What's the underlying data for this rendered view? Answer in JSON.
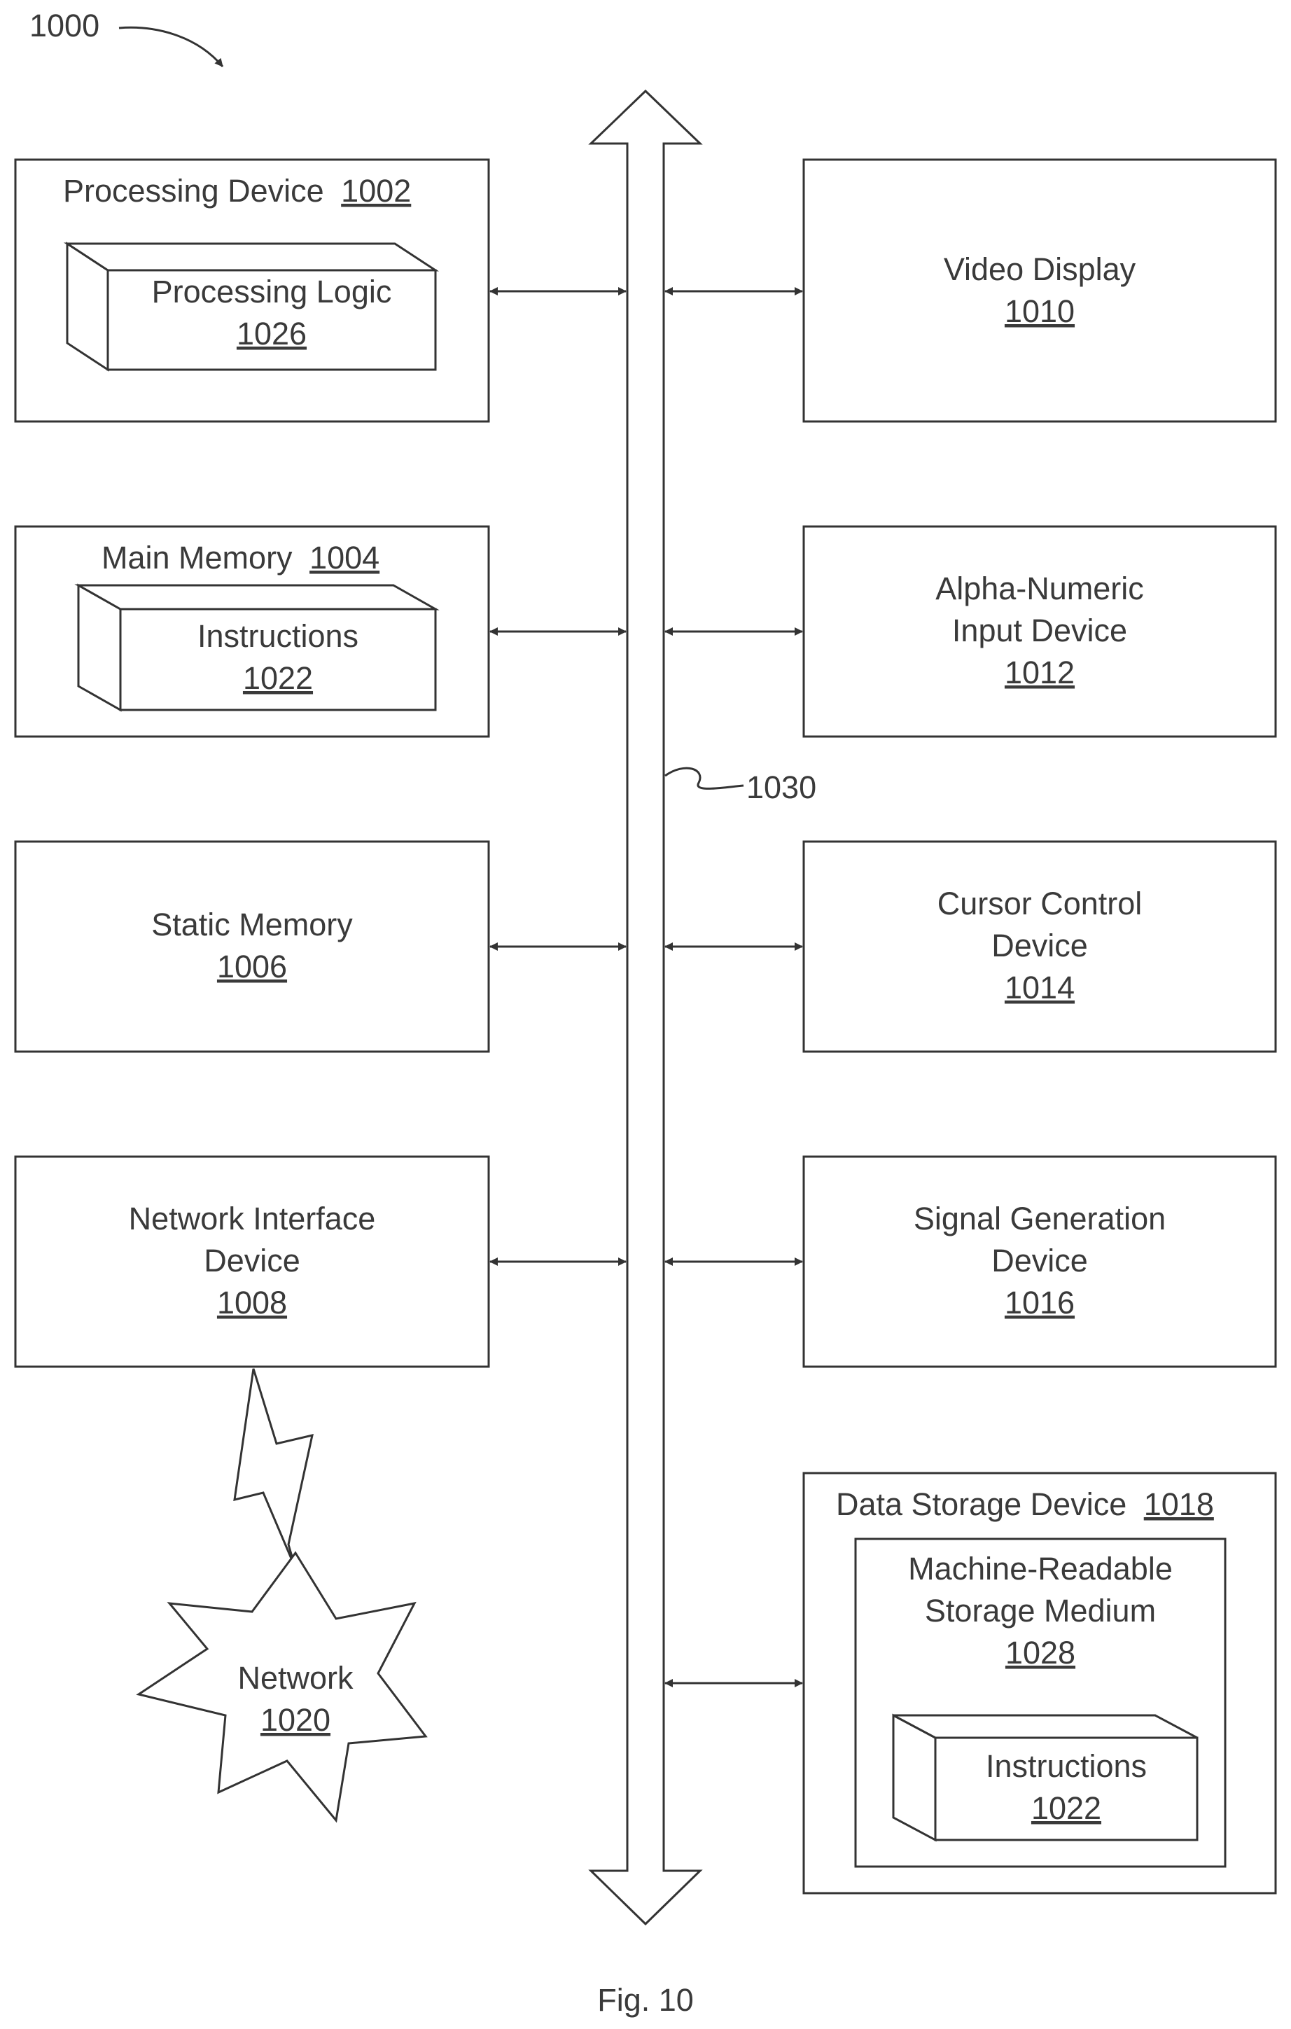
{
  "figure": {
    "ref_number": "1000",
    "caption": "Fig. 10",
    "bus_ref": "1030"
  },
  "components": {
    "processing_device": {
      "label": "Processing Device",
      "ref": "1002"
    },
    "processing_logic": {
      "label": "Processing Logic",
      "ref": "1026"
    },
    "main_memory": {
      "label": "Main Memory",
      "ref": "1004"
    },
    "instructions_main": {
      "label": "Instructions",
      "ref": "1022"
    },
    "static_memory": {
      "label": "Static Memory",
      "ref": "1006"
    },
    "network_interface": {
      "label_line1": "Network Interface",
      "label_line2": "Device",
      "ref": "1008"
    },
    "network": {
      "label": "Network",
      "ref": "1020"
    },
    "video_display": {
      "label": "Video Display",
      "ref": "1010"
    },
    "alpha_numeric": {
      "label_line1": "Alpha-Numeric",
      "label_line2": "Input Device",
      "ref": "1012"
    },
    "cursor_control": {
      "label_line1": "Cursor Control",
      "label_line2": "Device",
      "ref": "1014"
    },
    "signal_generation": {
      "label_line1": "Signal Generation",
      "label_line2": "Device",
      "ref": "1016"
    },
    "data_storage": {
      "label": "Data Storage Device",
      "ref": "1018"
    },
    "storage_medium": {
      "label_line1": "Machine-Readable",
      "label_line2": "Storage Medium",
      "ref": "1028"
    },
    "instructions_storage": {
      "label": "Instructions",
      "ref": "1022"
    }
  }
}
